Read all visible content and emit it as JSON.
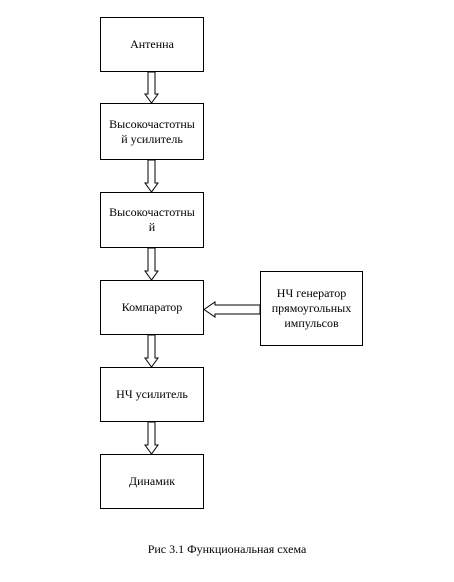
{
  "diagram": {
    "blocks": {
      "antenna": "Антенна",
      "hf_amp_1": "Высокочастотны\nй   усилитель",
      "hf_amp_2": "Высокочастотны\nй",
      "comparator": "Компаратор",
      "lf_generator": "НЧ генератор\nпрямоугольных\nимпульсов",
      "lf_amp": "НЧ  усилитель",
      "speaker": "Динамик"
    },
    "caption": "Рис 3.1  Функциональная  схема"
  }
}
